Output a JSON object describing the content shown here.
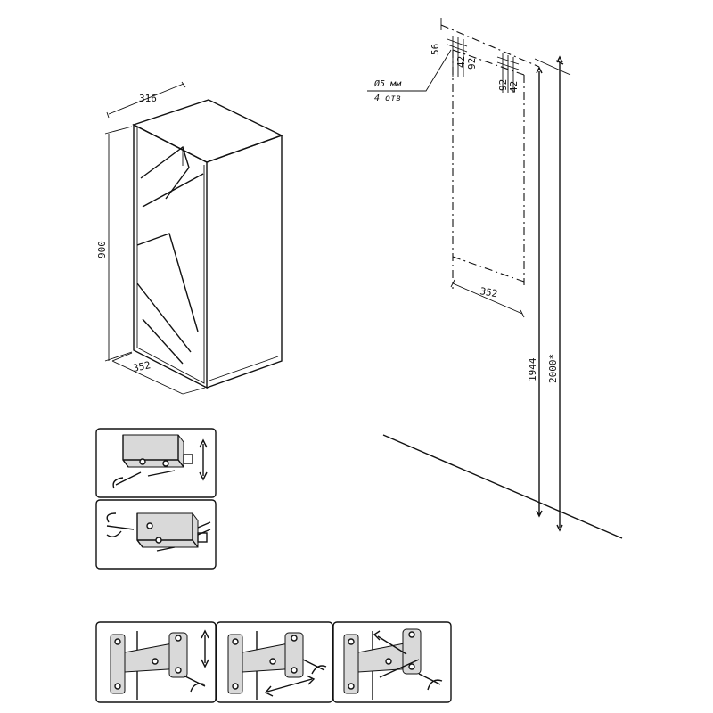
{
  "cabinet": {
    "width_label": "316",
    "height_label": "900",
    "depth_label": "352"
  },
  "wall_plan": {
    "offset_top_label": "56",
    "offset_left_a": "42",
    "offset_left_b": "92",
    "offset_right_a": "92",
    "offset_right_b": "42",
    "drill_note_line1": "Ø5 мм",
    "drill_note_line2": "4 отв",
    "width_label": "352",
    "height_inner_label": "1944",
    "height_total_label": "2000*"
  },
  "steps": [
    {
      "name": "step-adjust-vertical"
    },
    {
      "name": "step-adjust-depth"
    },
    {
      "name": "step-hinge-height"
    },
    {
      "name": "step-hinge-side"
    },
    {
      "name": "step-hinge-depth"
    }
  ]
}
